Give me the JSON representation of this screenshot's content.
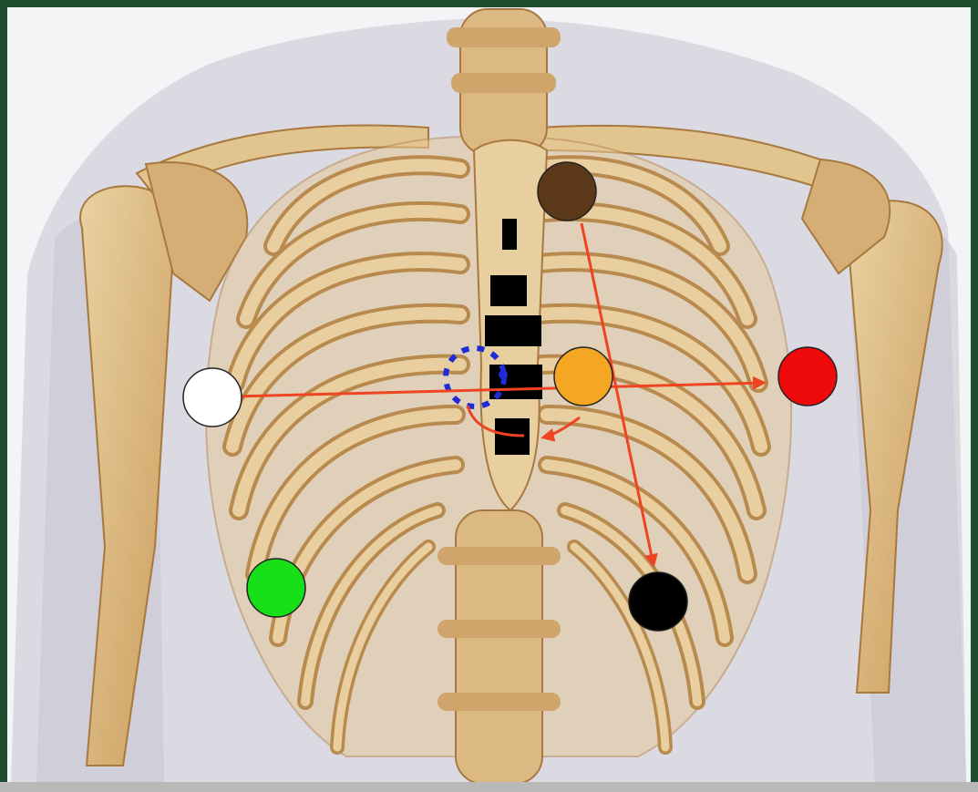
{
  "figure": {
    "subject": "chest-skeleton-ecg-electrode-placement",
    "colors": {
      "frame": "#1f4d2f",
      "background": "#f4f4f6",
      "torso_shadow": "#c9c8d4",
      "bone": "#e0c08a",
      "bone_dark": "#b88a4e",
      "bone_shadow": "#a8783e",
      "arrow": "#ee4422",
      "pacemaker_ring": "#1f2bd6",
      "chest_lead_blocks": "#000000"
    },
    "electrodes": [
      {
        "id": "white",
        "color": "#ffffff"
      },
      {
        "id": "red",
        "color": "#ee0a0a"
      },
      {
        "id": "brown",
        "color": "#5a3818"
      },
      {
        "id": "orange",
        "color": "#f5a623"
      },
      {
        "id": "black",
        "color": "#000000"
      },
      {
        "id": "green",
        "color": "#18e018"
      }
    ],
    "arrows": [
      "white-to-red",
      "brown-to-black",
      "orange-to-lower-block"
    ],
    "chest_blocks_count": 5
  }
}
